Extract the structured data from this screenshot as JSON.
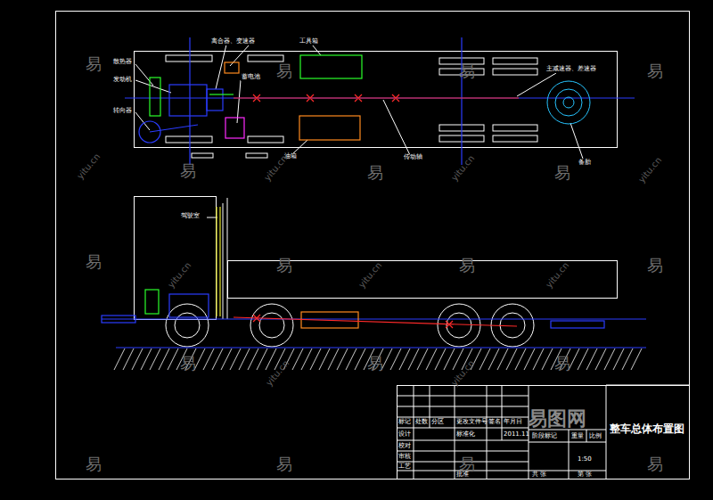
{
  "diagram": {
    "title": "整车总体布置图",
    "labels": [
      "散热器",
      "发动机",
      "转向器",
      "离合器、变速器",
      "蓄电池",
      "工具箱",
      "油箱",
      "传动轴",
      "主减速器、差速器",
      "备胎",
      "驾驶室",
      "标记",
      "处数",
      "分区",
      "更改文件号",
      "签名",
      "年月日",
      "设计",
      "标准化",
      "2011.11",
      "校对",
      "审核",
      "工艺",
      "批准",
      "阶段标记",
      "重量",
      "比例",
      "1:50",
      "共 张",
      "第 张",
      "易图网",
      "易",
      "易",
      "易",
      "易",
      "易",
      "易",
      "易",
      "易",
      "易",
      "易",
      "易",
      "易",
      "易",
      "易",
      "易",
      "易",
      "易",
      "易",
      "yitu.cn",
      "yitu.cn",
      "yitu.cn",
      "yitu.cn",
      "yitu.cn",
      "yitu.cn",
      "yitu.cn",
      "yitu.cn",
      "yitu.cn"
    ]
  }
}
